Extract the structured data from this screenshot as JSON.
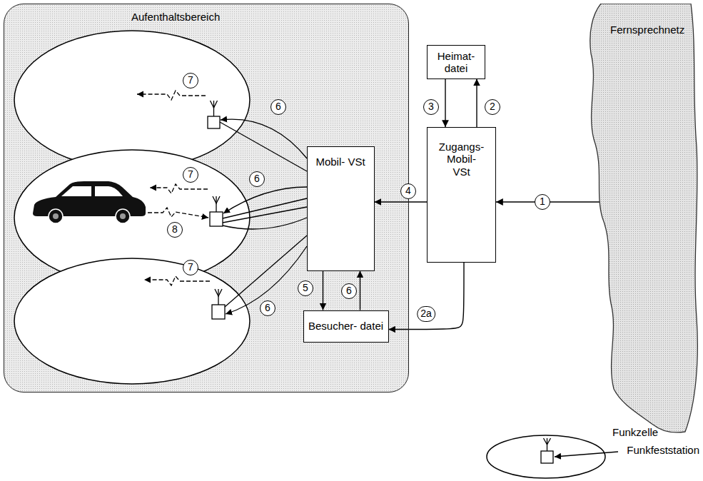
{
  "diagram": {
    "nodes": [
      {
        "text": [
          "Aufenthaltsbereich"
        ]
      },
      {
        "text": [
          "Mobil- VSt"
        ],
        "in": 0
      },
      {
        "text": [
          "Besucher- datei"
        ],
        "in": 0
      },
      {
        "text": [
          "Heimat- datei"
        ]
      },
      {
        "text": [
          "Zugangs- Mobil- VSt"
        ]
      },
      {
        "text": [
          "Fernsprechnetz"
        ]
      }
    ],
    "edges": [
      {
        "from": 5,
        "to": 4,
        "arrow": "to",
        "label": "1"
      },
      {
        "from": 4,
        "to": 3,
        "arrow": "to",
        "label": "2"
      },
      {
        "from": 3,
        "to": 4,
        "arrow": "to",
        "label": "3"
      },
      {
        "from": 4,
        "to": 1,
        "arrow": "to",
        "label": "4"
      },
      {
        "from": 1,
        "to": 2,
        "arrow": "to",
        "label": "5"
      },
      {
        "from": 2,
        "to": 1,
        "arrow": "to",
        "label": "6"
      },
      {
        "from": 4,
        "to": 2,
        "arrow": "to",
        "label": "2a"
      }
    ],
    "labels": [
      "6",
      "6",
      "6",
      "7",
      "7",
      "7",
      "8",
      "Funkzelle",
      "Funkfeststation"
    ]
  }
}
